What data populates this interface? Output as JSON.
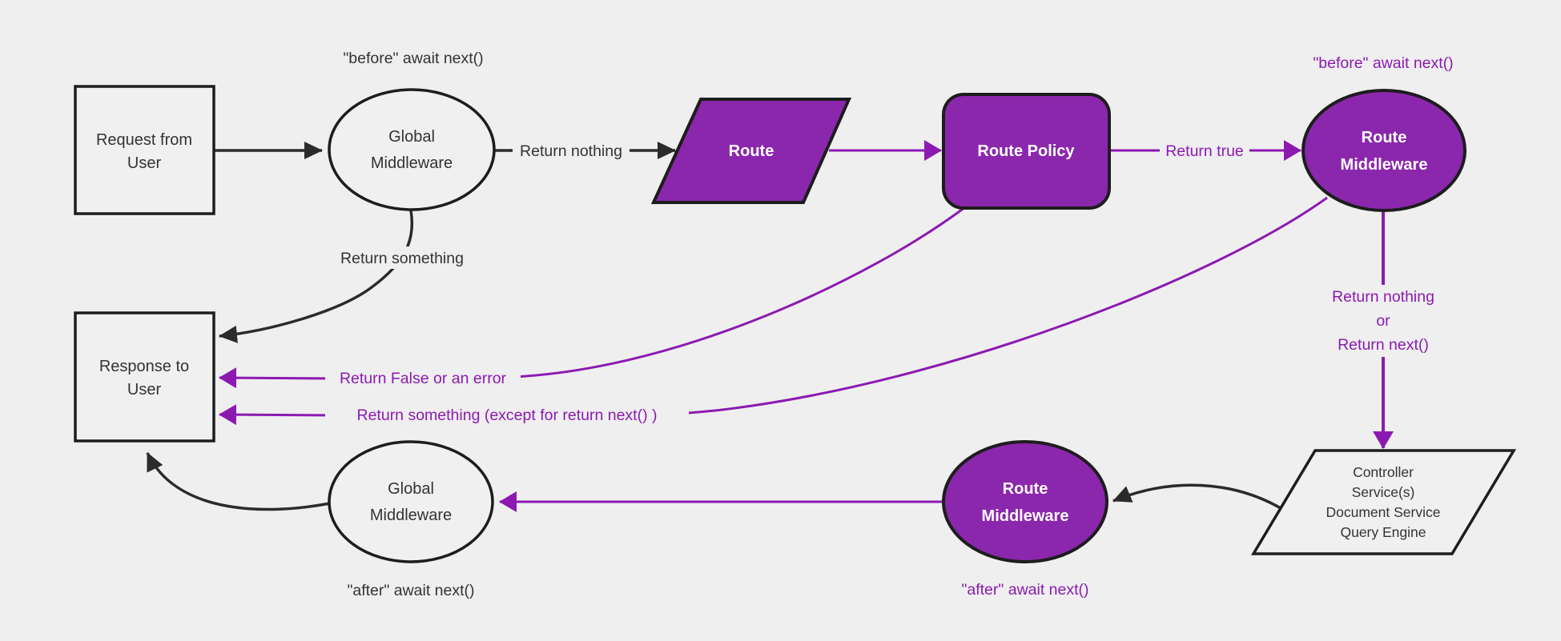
{
  "colors": {
    "bg": "#efefef",
    "purple-fill": "#8b27ad",
    "purple-line": "#8c1ab1",
    "black-line": "#2b2b2b",
    "node-border-dark": "#1d1d1d",
    "dark-text": "#333333",
    "white-text": "#ffffff",
    "node-light-fill": "#f0f0f0"
  },
  "nodes": {
    "request": {
      "line1": "Request from",
      "line2": "User"
    },
    "global_mw_top": {
      "line1": "Global",
      "line2": "Middleware"
    },
    "route": {
      "label": "Route"
    },
    "route_policy": {
      "label": "Route Policy"
    },
    "route_mw_top": {
      "line1": "Route",
      "line2": "Middleware"
    },
    "controller": {
      "line1": "Controller",
      "line2": "Service(s)",
      "line3": "Document Service",
      "line4": "Query Engine"
    },
    "route_mw_bottom": {
      "line1": "Route",
      "line2": "Middleware"
    },
    "global_mw_bottom": {
      "line1": "Global",
      "line2": "Middleware"
    },
    "response": {
      "line1": "Response to",
      "line2": "User"
    }
  },
  "edge_labels": {
    "before_await_top": "\"before\" await next()",
    "return_nothing": "Return nothing",
    "return_true": "Return true",
    "before_await_right": "\"before\" await next()",
    "return_something": "Return something",
    "return_nothing_or_1": "Return nothing",
    "return_nothing_or_2": "or",
    "return_nothing_or_3": "Return next()",
    "return_false": "Return False or an error",
    "return_something_except": "Return something (except for return next() )",
    "after_await_left": "\"after\" await next()",
    "after_await_right": "\"after\" await next()"
  }
}
